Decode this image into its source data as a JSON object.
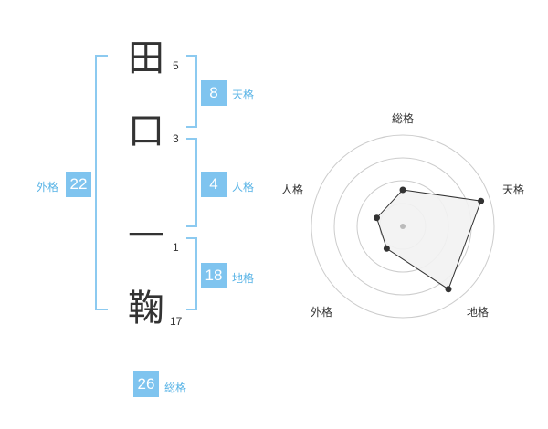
{
  "characters": [
    {
      "char": "田",
      "strokes": "5"
    },
    {
      "char": "口",
      "strokes": "3"
    },
    {
      "char": "一",
      "strokes": "1"
    },
    {
      "char": "鞠",
      "strokes": "17"
    }
  ],
  "fortunes": {
    "tenkaku": {
      "value": "8",
      "label": "天格"
    },
    "jinkaku": {
      "value": "4",
      "label": "人格"
    },
    "chikaku": {
      "value": "18",
      "label": "地格"
    },
    "gaikaku": {
      "value": "22",
      "label": "外格"
    },
    "soukaku": {
      "value": "26",
      "label": "総格"
    }
  },
  "radar": {
    "axes": [
      "総格",
      "天格",
      "地格",
      "外格",
      "人格"
    ],
    "values": [
      0.4,
      0.9,
      0.85,
      0.3,
      0.3
    ],
    "ring_count": 4,
    "colors": {
      "ring": "#cccccc",
      "fill": "#f2f2f2",
      "stroke": "#333333",
      "point": "#333333",
      "center": "#bbbbbb"
    }
  },
  "colors": {
    "accent": "#7fc4ef",
    "label": "#57b3e6",
    "bracket": "#8ccaf0",
    "text": "#333333"
  }
}
